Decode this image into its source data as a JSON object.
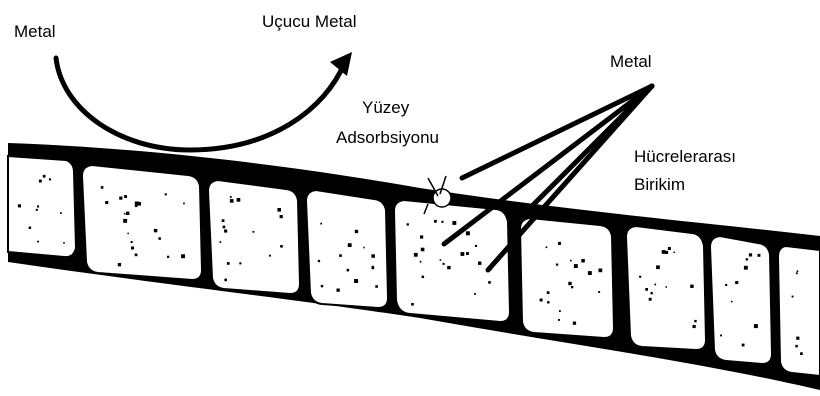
{
  "labels": {
    "metal_left": "Metal",
    "volatile_metal": "Uçucu Metal",
    "metal_right": "Metal",
    "surface_adsorption_line1": "Yüzey",
    "surface_adsorption_line2": "Adsorbsiyonu",
    "intercellular_line1": "Hücrelerarası",
    "intercellular_line2": "Birikim"
  },
  "colors": {
    "ink": "#000000",
    "cell_fill": "#ffffff",
    "background": "#ffffff"
  }
}
